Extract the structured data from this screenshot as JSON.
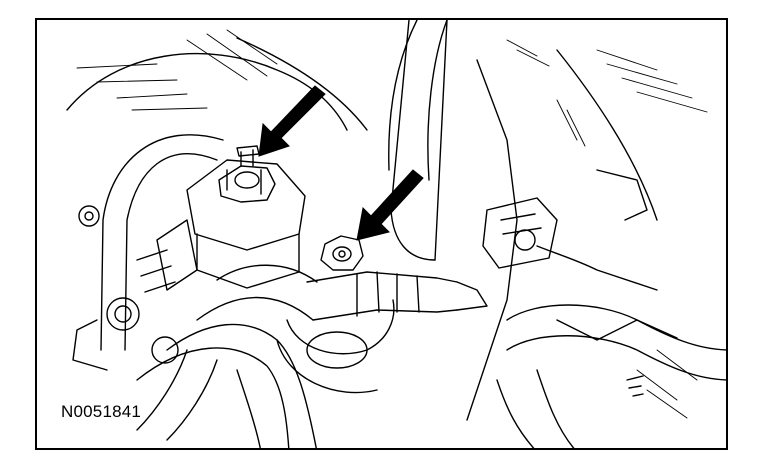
{
  "figure": {
    "id_label": "N0051841",
    "line_color": "#000000",
    "background_color": "#ffffff",
    "callout_count": 2,
    "callouts": [
      {
        "name": "arrow-upper-left-nut",
        "icon": "arrow-icon",
        "target": "nut"
      },
      {
        "name": "arrow-lower-right-nut",
        "icon": "arrow-icon",
        "target": "nut"
      }
    ]
  }
}
